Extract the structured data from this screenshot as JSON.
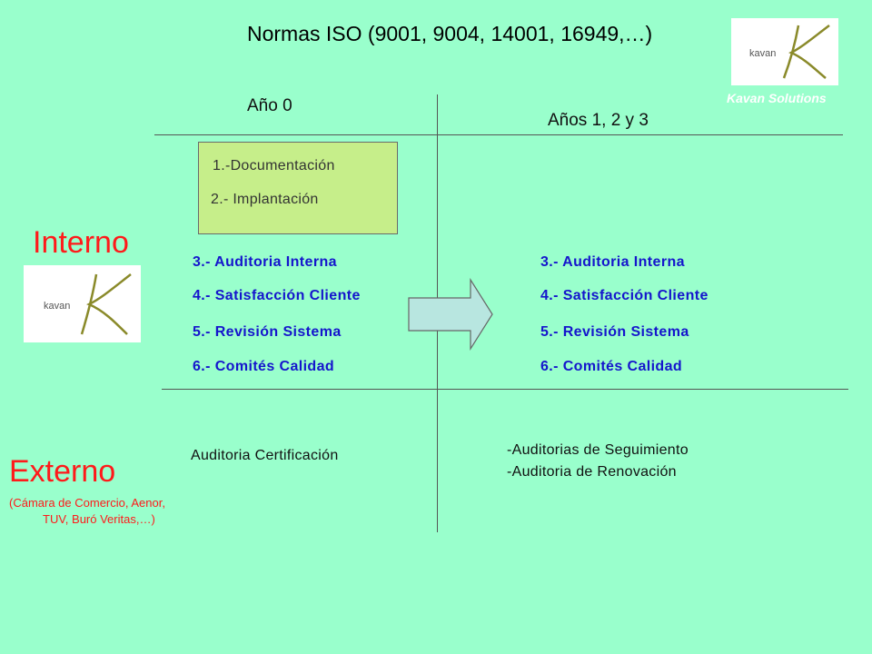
{
  "title": "Normas ISO (9001, 9004, 14001, 16949,…)",
  "logo_top": {
    "brand": "kavan",
    "letter": "K",
    "caption": "Kavan Solutions"
  },
  "logo_left": {
    "brand": "kavan",
    "letter": "K"
  },
  "columns": {
    "year0": "Año 0",
    "years123": "Años 1, 2 y 3"
  },
  "box_items": [
    "1.-Documentación",
    "2.- Implantación"
  ],
  "internal": {
    "label": "Interno",
    "left_items": [
      "3.- Auditoria Interna",
      "4.- Satisfacción Cliente",
      "5.- Revisión Sistema",
      "6.- Comités Calidad"
    ],
    "right_items": [
      "3.- Auditoria Interna",
      "4.- Satisfacción Cliente",
      "5.- Revisión Sistema",
      "6.- Comités Calidad"
    ]
  },
  "external": {
    "label": "Externo",
    "note_line1": "(Cámara de Comercio, Aenor,",
    "note_line2": "TUV, Buró Veritas,…)",
    "left_item": "Auditoria Certificación",
    "right_items": [
      "-Auditorias de Seguimiento",
      "-Auditoria de Renovación"
    ]
  },
  "colors": {
    "background": "#99ffcc",
    "box": "#c6ee8a",
    "blue_text": "#1515cc",
    "red_text": "#ff1a1a",
    "arrow": "#b8e6e0"
  }
}
